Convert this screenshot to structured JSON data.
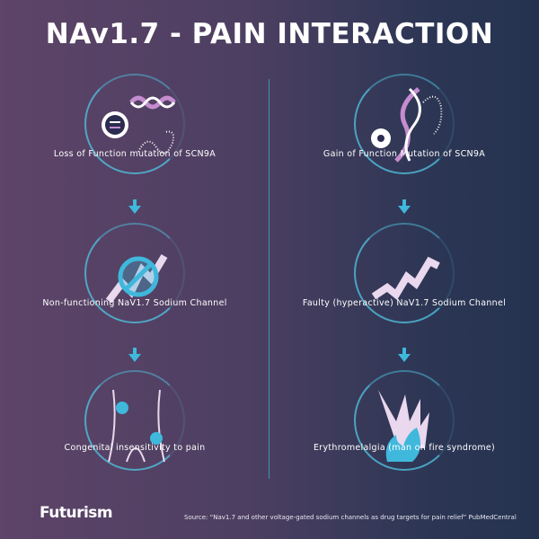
{
  "title": "NAv1.7 - PAIN INTERACTION",
  "left": {
    "steps": [
      "Loss of Function mutation of SCN9A",
      "Non-functioning NaV1.7 Sodium Channel",
      "Congenital insensitivity to pain"
    ]
  },
  "right": {
    "steps": [
      "Gain of Function Mutation of SCN9A",
      "Faulty (hyperactive) NaV1.7 Sodium Channel",
      "Erythromelalgia (man on fire syndrome)"
    ]
  },
  "footer": {
    "logo": "Futurism",
    "source": "Source: “Nav1.7 and other voltage-gated sodium channels as drug targets for pain relief” PubMedCentral"
  },
  "colors": {
    "accent": "#3fb8dc",
    "pink": "#c58ccf"
  }
}
